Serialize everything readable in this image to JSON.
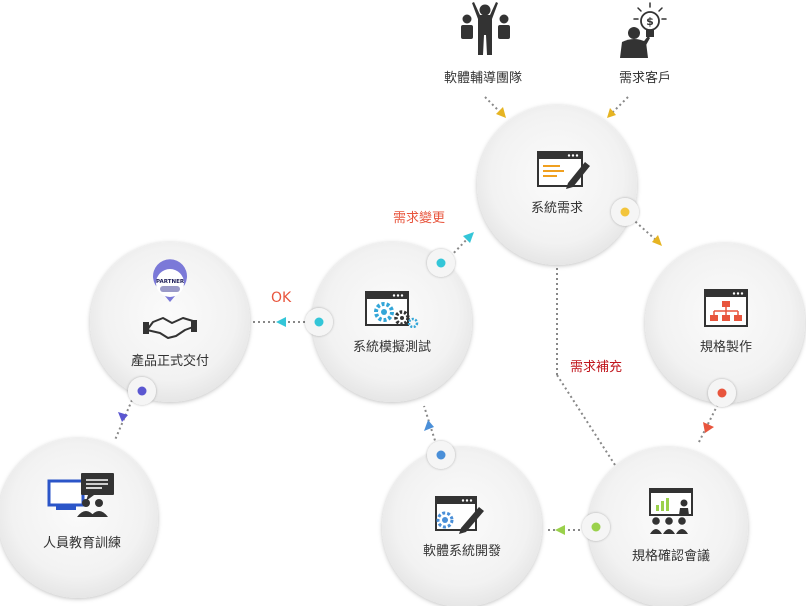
{
  "sources": {
    "team": {
      "label": "軟體輔導團隊",
      "icon": "team-people-icon"
    },
    "client": {
      "label": "需求客戶",
      "icon": "businessman-idea-icon"
    }
  },
  "nodes": {
    "system_requirement": {
      "label": "系統需求",
      "icon": "edit-document-icon"
    },
    "spec_making": {
      "label": "規格製作",
      "icon": "sitemap-window-icon"
    },
    "spec_meeting": {
      "label": "規格確認會議",
      "icon": "presentation-meeting-icon"
    },
    "software_dev": {
      "label": "軟體系統開發",
      "icon": "window-pencil-gear-icon"
    },
    "simulation_test": {
      "label": "系統模擬測試",
      "icon": "window-gears-icon"
    },
    "product_delivery": {
      "label": "產品正式交付",
      "icon": "partner-handshake-icon",
      "badge_text": "PARTNER"
    },
    "staff_training": {
      "label": "人員教育訓練",
      "icon": "computer-training-icon"
    }
  },
  "edge_labels": {
    "change": {
      "text": "需求變更",
      "color": "#e8553d"
    },
    "ok": {
      "text": "OK",
      "color": "#e8553d"
    },
    "supplement": {
      "text": "需求補充",
      "color": "#c0141b"
    }
  },
  "colors": {
    "yellow": "#e6b422",
    "orange": "#f0a020",
    "red": "#e8553d",
    "green": "#9ad14b",
    "blue": "#4a8fd8",
    "cyan": "#34c6d8",
    "purple": "#5b57d1",
    "dark_blue": "#1f3f8a",
    "icon_dark": "#333333"
  }
}
